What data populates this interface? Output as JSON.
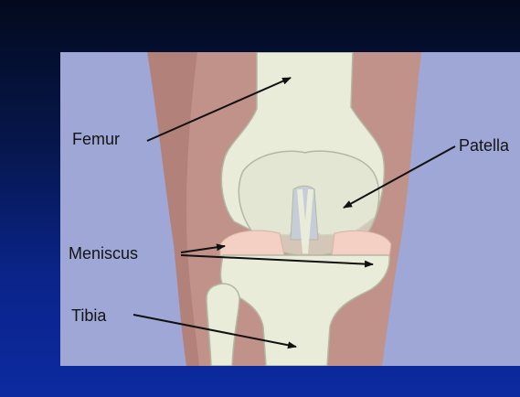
{
  "diagram": {
    "labels": {
      "femur": "Femur",
      "patella": "Patella",
      "meniscus": "Meniscus",
      "tibia": "Tibia"
    },
    "colors": {
      "background_top": "#030a1e",
      "background_bottom": "#0d2aa0",
      "panel": "#9ea7d6",
      "skin": "#c0928a",
      "bone": "#e9ecd8",
      "bone_outline": "#b4b7a3",
      "meniscus": "#f3cfc4",
      "arrow": "#111111"
    }
  }
}
